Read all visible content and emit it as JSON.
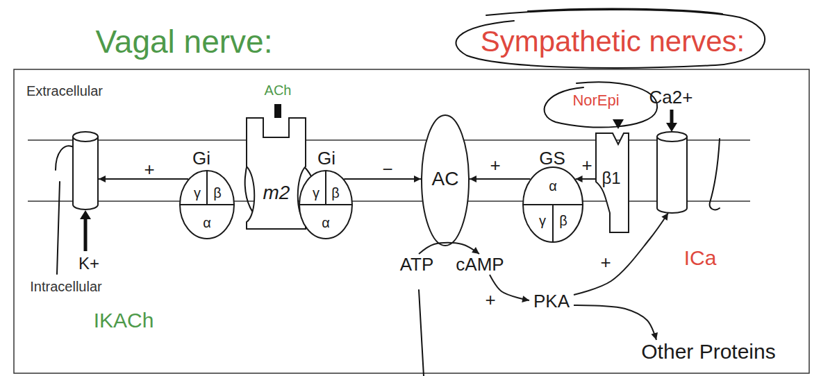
{
  "diagram": {
    "nodes": [
      {
        "text": [
          "K+"
        ]
      },
      {
        "text": [
          "Gi",
          "γ",
          "β",
          "α"
        ]
      },
      {
        "text": [
          "m2"
        ]
      },
      {
        "text": [
          "Gi",
          "γ",
          "β",
          "α"
        ]
      },
      {
        "text": [
          "AC"
        ]
      },
      {
        "text": [
          "GS",
          "α",
          "γ",
          "β"
        ]
      },
      {
        "text": [
          "β1"
        ]
      },
      {
        "text": [
          "Ca2+"
        ]
      },
      {
        "text": [
          "ATP"
        ]
      },
      {
        "text": [
          "cAMP"
        ]
      },
      {
        "text": [
          "PKA"
        ]
      },
      {
        "text": [
          "Other Proteins"
        ]
      }
    ],
    "edges": [
      {
        "from": 1,
        "to": 0,
        "arrow": "to",
        "label": "+"
      },
      {
        "from": 3,
        "to": 4,
        "arrow": "to",
        "label": "−"
      },
      {
        "from": 5,
        "to": 4,
        "arrow": "to",
        "label": "+"
      },
      {
        "from": 6,
        "to": 5,
        "arrow": "to",
        "label": "+"
      },
      {
        "from": 8,
        "to": 9,
        "arrow": "to"
      },
      {
        "from": 9,
        "to": 10,
        "arrow": "to",
        "label": "+"
      },
      {
        "from": 10,
        "to": 7,
        "arrow": "to",
        "label": "+"
      },
      {
        "from": 10,
        "to": 11,
        "arrow": "to"
      }
    ],
    "labels": [
      "Vagal nerve:",
      "Sympathetic nerves:",
      "Extracellular",
      "ACh",
      "NorEpi",
      "Intracellular",
      "IKACh",
      "ICa"
    ]
  }
}
